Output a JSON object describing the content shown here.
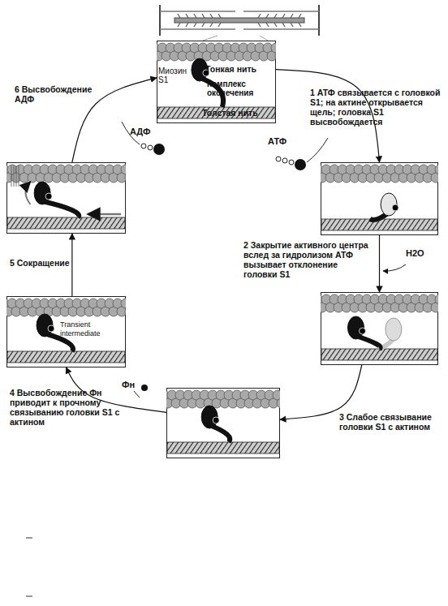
{
  "diagram": {
    "nodes": [
      {
        "text": [
          "Тонкая нить",
          "Миозин S1",
          "Комплекс окочечения",
          "Толстая нить"
        ]
      },
      {
        "text": []
      },
      {
        "text": []
      },
      {
        "text": []
      },
      {
        "text": [
          "Transient intermediate"
        ]
      },
      {
        "text": []
      }
    ],
    "edges": [
      {
        "from": 0,
        "to": 1,
        "arrow": "to",
        "label": "1 АТФ связывается с головкой S1; на актине открывается щель; головка S1 высвобождается"
      },
      {
        "from": 1,
        "to": 2,
        "arrow": "to",
        "label": "2 Закрытие активного центра вслед за гидролизом АТФ вызывает отклонение головки S1"
      },
      {
        "from": 2,
        "to": 3,
        "arrow": "to",
        "label": "3 Слабое связывание головки S1 с актином"
      },
      {
        "from": 3,
        "to": 4,
        "arrow": "to",
        "label": "4 Высвобождение Фн приводит к прочному связыванию головки S1 с актином"
      },
      {
        "from": 4,
        "to": 5,
        "arrow": "to",
        "label": "5 Сокращение"
      },
      {
        "from": 5,
        "to": 0,
        "arrow": "to",
        "label": "6 Высвобождение АДФ"
      }
    ],
    "labels": [
      "АТФ",
      "H2O",
      "Фн",
      "АДФ"
    ]
  }
}
